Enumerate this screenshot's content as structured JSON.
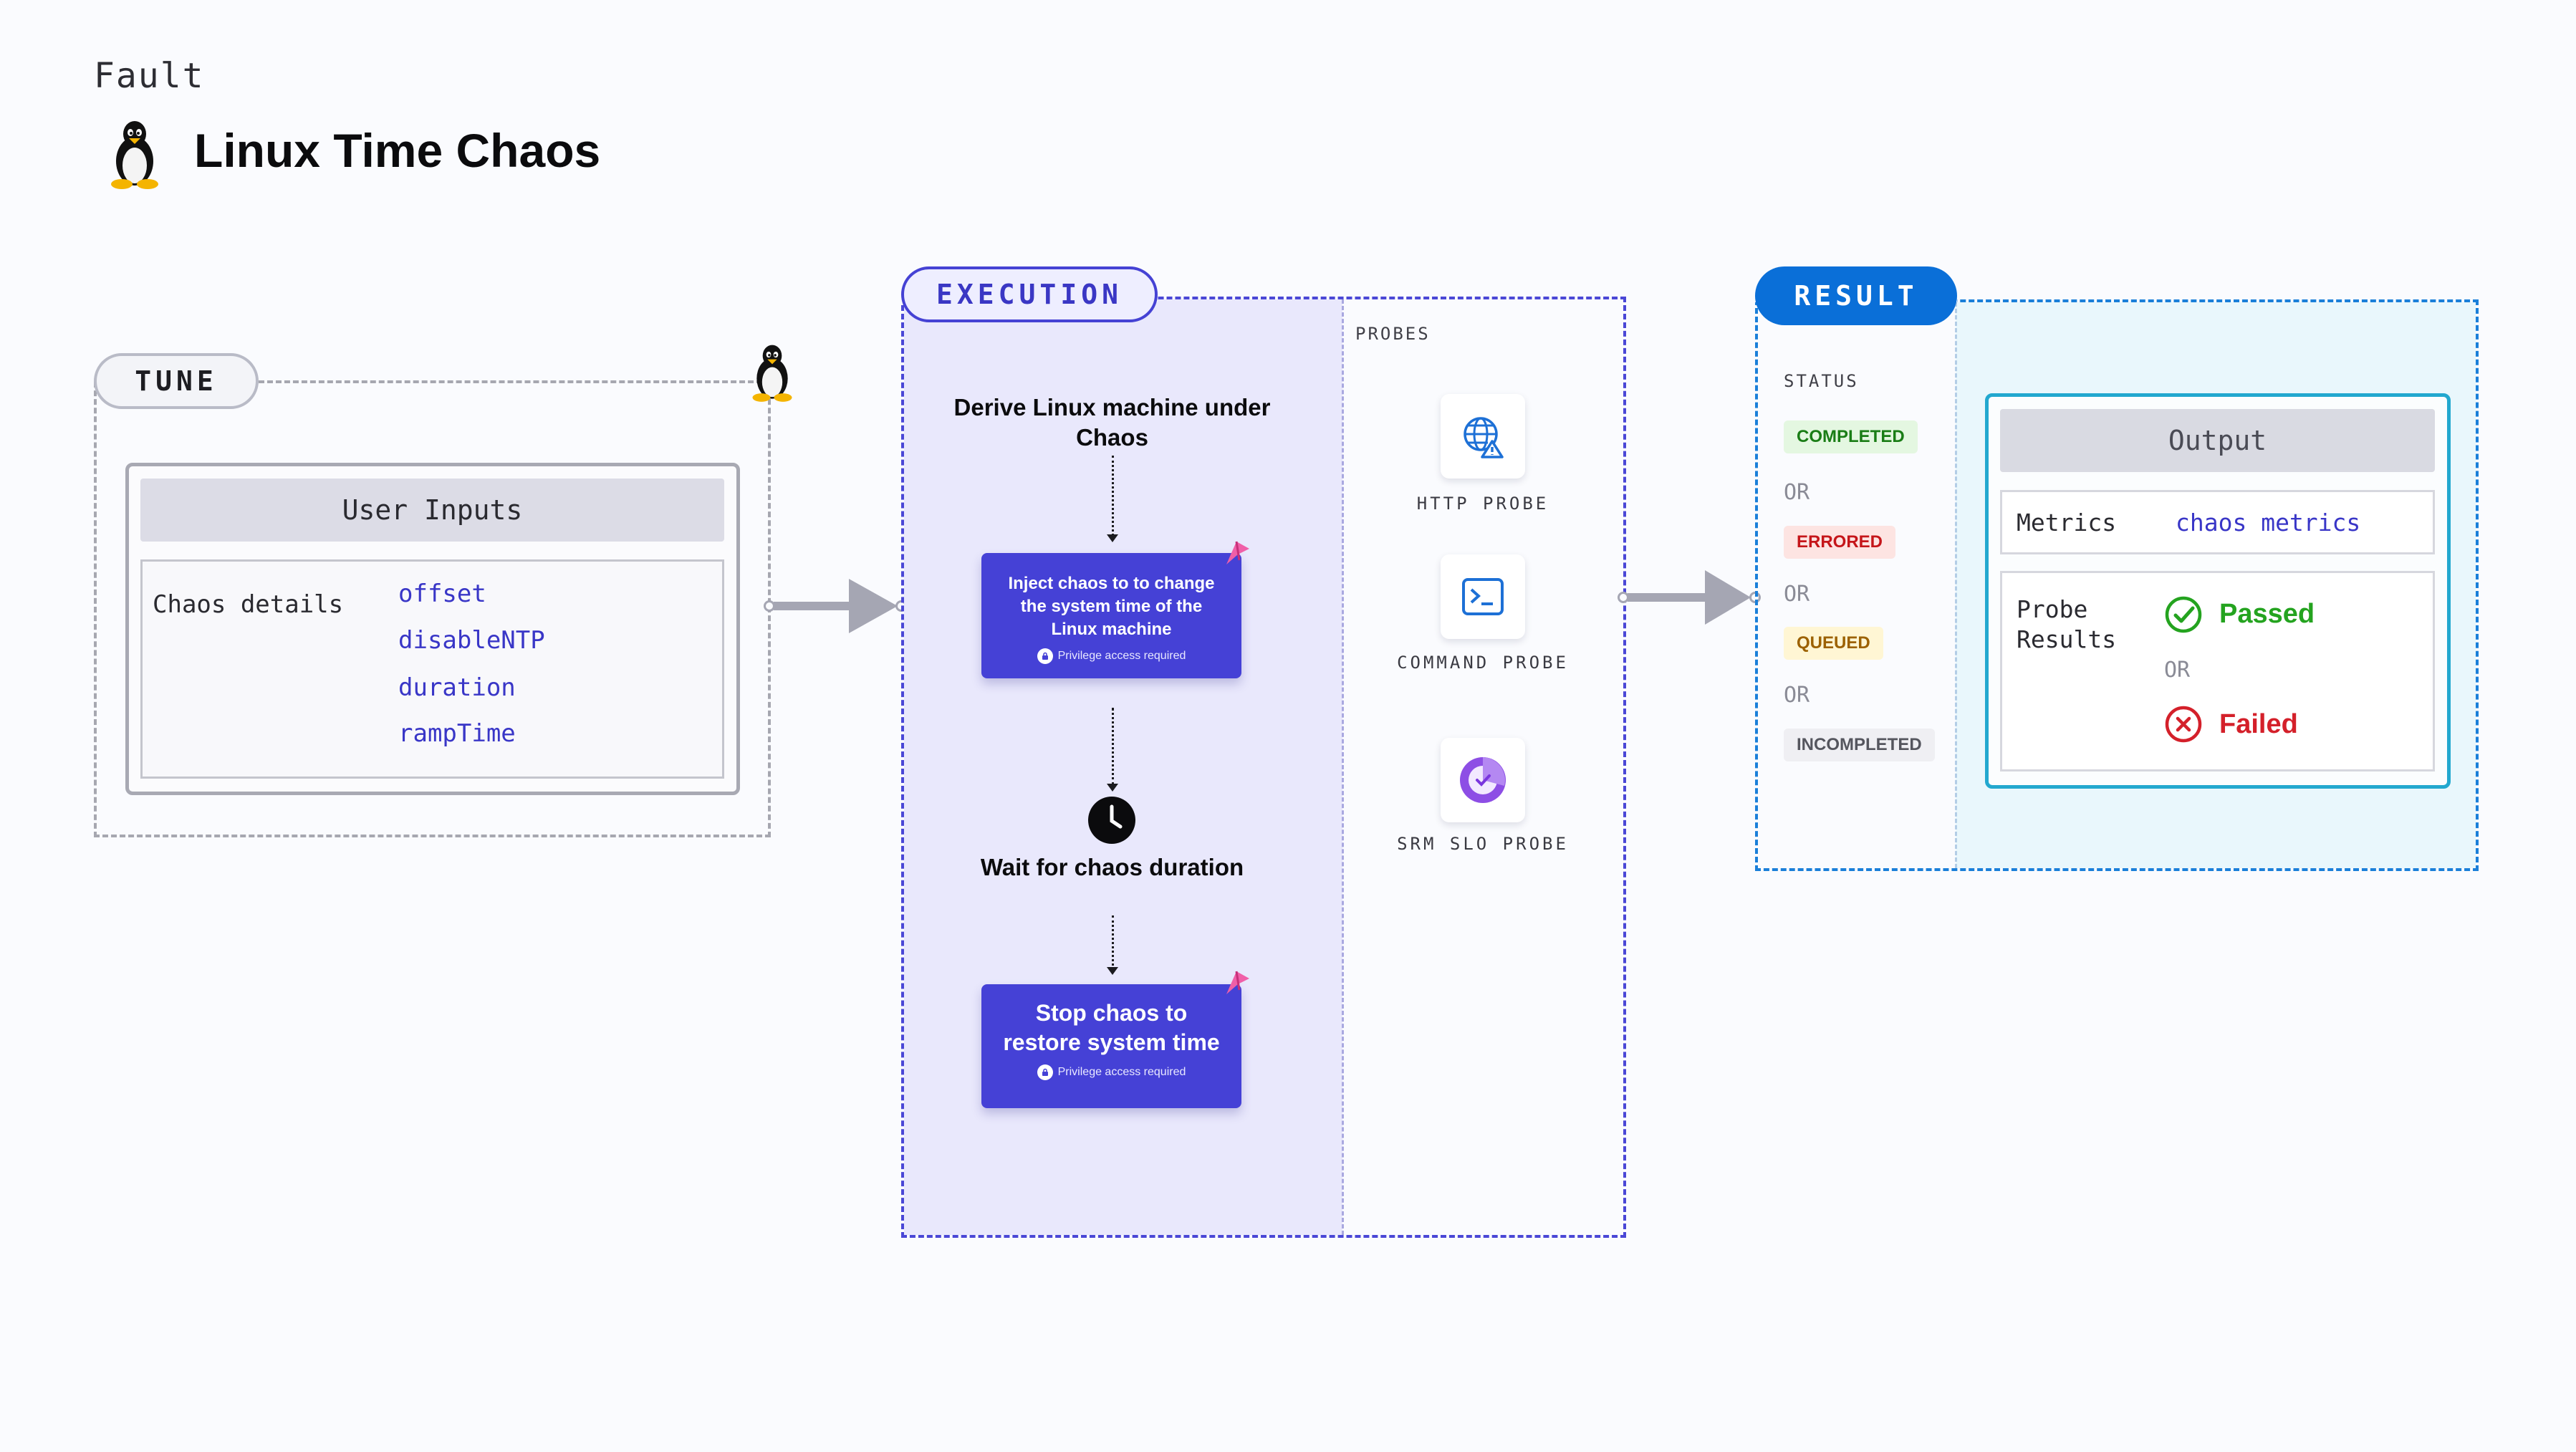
{
  "header": {
    "kicker": "Fault",
    "title": "Linux Time Chaos",
    "title_icon": "linux-penguin-icon"
  },
  "tune": {
    "label": "TUNE",
    "user_inputs_title": "User Inputs",
    "chaos_details_label": "Chaos details",
    "inputs": [
      "offset",
      "disableNTP",
      "duration",
      "rampTime"
    ]
  },
  "execution": {
    "label": "EXECUTION",
    "steps": {
      "derive": "Derive Linux machine under Chaos",
      "inject": "Inject chaos to to change the system time of the Linux machine",
      "wait": "Wait for chaos duration",
      "stop": "Stop chaos to restore system time"
    },
    "privilege_note": "Privilege access required",
    "probes_label": "PROBES",
    "probes": [
      {
        "label": "HTTP PROBE",
        "icon": "globe-warning-icon"
      },
      {
        "label": "COMMAND PROBE",
        "icon": "terminal-icon"
      },
      {
        "label": "SRM SLO PROBE",
        "icon": "slo-gauge-icon"
      }
    ]
  },
  "result": {
    "label": "RESULT",
    "status_label": "STATUS",
    "statuses": [
      "COMPLETED",
      "ERRORED",
      "QUEUED",
      "INCOMPLETED"
    ],
    "or_text": "OR",
    "output_title": "Output",
    "metrics_label": "Metrics",
    "metrics_value": "chaos metrics",
    "probe_results_label": "Probe Results",
    "passed": "Passed",
    "failed": "Failed"
  },
  "colors": {
    "execution_accent": "#4541d6",
    "result_accent": "#0a6fd8",
    "passed": "#24a31f",
    "failed": "#d4202a"
  }
}
